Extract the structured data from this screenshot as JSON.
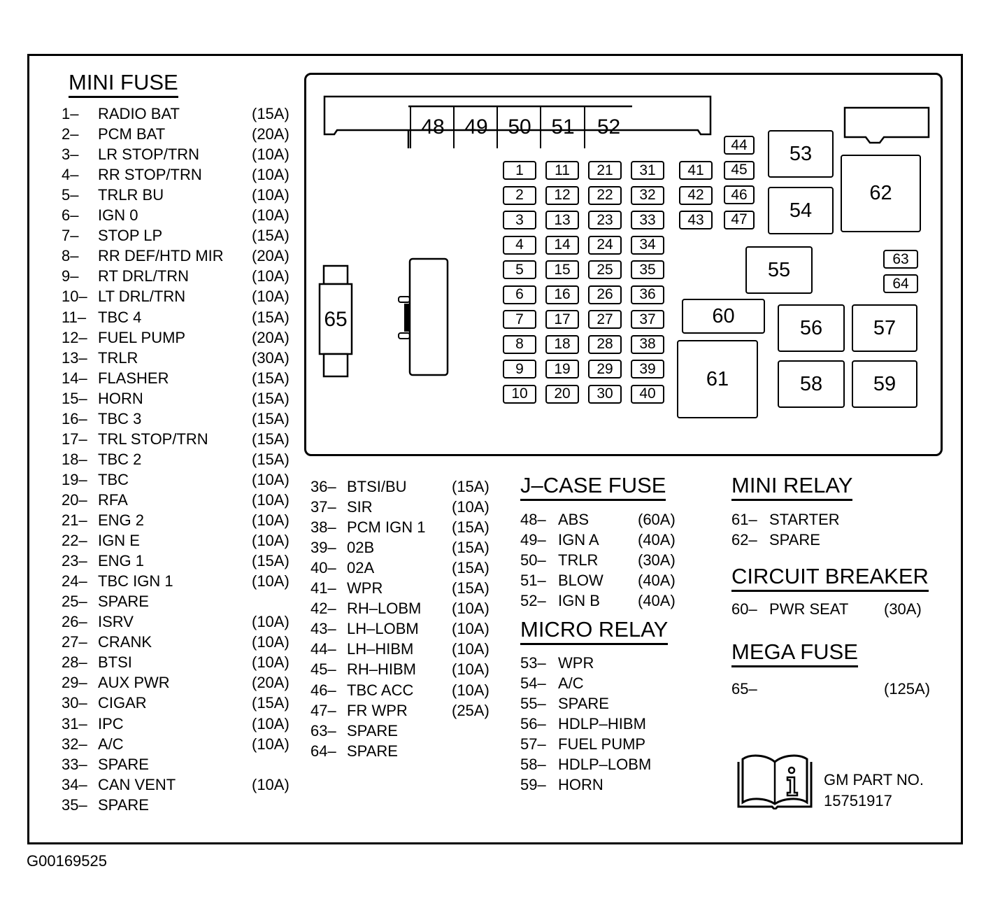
{
  "diagram_id": "G00169525",
  "mini_fuse": {
    "title": "MINI FUSE",
    "items": [
      {
        "num": "1–",
        "name": "RADIO BAT",
        "amp": "(15A)"
      },
      {
        "num": "2–",
        "name": "PCM BAT",
        "amp": "(20A)"
      },
      {
        "num": "3–",
        "name": "LR STOP/TRN",
        "amp": "(10A)"
      },
      {
        "num": "4–",
        "name": "RR STOP/TRN",
        "amp": "(10A)"
      },
      {
        "num": "5–",
        "name": "TRLR BU",
        "amp": "(10A)"
      },
      {
        "num": "6–",
        "name": "IGN 0",
        "amp": "(10A)"
      },
      {
        "num": "7–",
        "name": "STOP LP",
        "amp": "(15A)"
      },
      {
        "num": "8–",
        "name": "RR DEF/HTD MIR",
        "amp": "(20A)"
      },
      {
        "num": "9–",
        "name": "RT DRL/TRN",
        "amp": "(10A)"
      },
      {
        "num": "10–",
        "name": "LT DRL/TRN",
        "amp": "(10A)"
      },
      {
        "num": "11–",
        "name": "TBC 4",
        "amp": "(15A)"
      },
      {
        "num": "12–",
        "name": "FUEL PUMP",
        "amp": "(20A)"
      },
      {
        "num": "13–",
        "name": "TRLR",
        "amp": "(30A)"
      },
      {
        "num": "14–",
        "name": "FLASHER",
        "amp": "(15A)"
      },
      {
        "num": "15–",
        "name": "HORN",
        "amp": "(15A)"
      },
      {
        "num": "16–",
        "name": "TBC 3",
        "amp": "(15A)"
      },
      {
        "num": "17–",
        "name": "TRL STOP/TRN",
        "amp": "(15A)"
      },
      {
        "num": "18–",
        "name": "TBC 2",
        "amp": "(15A)"
      },
      {
        "num": "19–",
        "name": "TBC",
        "amp": "(10A)"
      },
      {
        "num": "20–",
        "name": "RFA",
        "amp": "(10A)"
      },
      {
        "num": "21–",
        "name": "ENG 2",
        "amp": "(10A)"
      },
      {
        "num": "22–",
        "name": "IGN E",
        "amp": "(10A)"
      },
      {
        "num": "23–",
        "name": "ENG 1",
        "amp": "(15A)"
      },
      {
        "num": "24–",
        "name": "TBC IGN 1",
        "amp": "(10A)"
      },
      {
        "num": "25–",
        "name": "SPARE",
        "amp": ""
      },
      {
        "num": "26–",
        "name": "ISRV",
        "amp": "(10A)"
      },
      {
        "num": "27–",
        "name": "CRANK",
        "amp": "(10A)"
      },
      {
        "num": "28–",
        "name": "BTSI",
        "amp": "(10A)"
      },
      {
        "num": "29–",
        "name": "AUX PWR",
        "amp": "(20A)"
      },
      {
        "num": "30–",
        "name": "CIGAR",
        "amp": "(15A)"
      },
      {
        "num": "31–",
        "name": "IPC",
        "amp": "(10A)"
      },
      {
        "num": "32–",
        "name": "A/C",
        "amp": "(10A)"
      },
      {
        "num": "33–",
        "name": "SPARE",
        "amp": ""
      },
      {
        "num": "34–",
        "name": "CAN VENT",
        "amp": "(10A)"
      },
      {
        "num": "35–",
        "name": "SPARE",
        "amp": ""
      }
    ]
  },
  "mini_fuse_cont": {
    "items": [
      {
        "num": "36–",
        "name": "BTSI/BU",
        "amp": "(15A)"
      },
      {
        "num": "37–",
        "name": "SIR",
        "amp": "(10A)"
      },
      {
        "num": "38–",
        "name": "PCM IGN 1",
        "amp": "(15A)"
      },
      {
        "num": "39–",
        "name": "02B",
        "amp": "(15A)"
      },
      {
        "num": "40–",
        "name": "02A",
        "amp": "(15A)"
      },
      {
        "num": "41–",
        "name": "WPR",
        "amp": "(15A)"
      },
      {
        "num": "42–",
        "name": "RH–LOBM",
        "amp": "(10A)"
      },
      {
        "num": "43–",
        "name": "LH–LOBM",
        "amp": "(10A)"
      },
      {
        "num": "44–",
        "name": "LH–HIBM",
        "amp": "(10A)"
      },
      {
        "num": "45–",
        "name": "RH–HIBM",
        "amp": "(10A)"
      },
      {
        "num": "46–",
        "name": "TBC ACC",
        "amp": "(10A)"
      },
      {
        "num": "47–",
        "name": "FR WPR",
        "amp": "(25A)"
      },
      {
        "num": "63–",
        "name": "SPARE",
        "amp": ""
      },
      {
        "num": "64–",
        "name": "SPARE",
        "amp": ""
      }
    ]
  },
  "j_case_fuse": {
    "title": "J–CASE FUSE",
    "items": [
      {
        "num": "48–",
        "name": "ABS",
        "amp": "(60A)"
      },
      {
        "num": "49–",
        "name": "IGN A",
        "amp": "(40A)"
      },
      {
        "num": "50–",
        "name": "TRLR",
        "amp": "(30A)"
      },
      {
        "num": "51–",
        "name": "BLOW",
        "amp": "(40A)"
      },
      {
        "num": "52–",
        "name": "IGN B",
        "amp": "(40A)"
      }
    ]
  },
  "micro_relay": {
    "title": "MICRO RELAY",
    "items": [
      {
        "num": "53–",
        "name": "WPR"
      },
      {
        "num": "54–",
        "name": "A/C"
      },
      {
        "num": "55–",
        "name": "SPARE"
      },
      {
        "num": "56–",
        "name": "HDLP–HIBM"
      },
      {
        "num": "57–",
        "name": "FUEL PUMP"
      },
      {
        "num": "58–",
        "name": "HDLP–LOBM"
      },
      {
        "num": "59–",
        "name": "HORN"
      }
    ]
  },
  "mini_relay": {
    "title": "MINI RELAY",
    "items": [
      {
        "num": "61–",
        "name": "STARTER"
      },
      {
        "num": "62–",
        "name": "SPARE"
      }
    ]
  },
  "circuit_breaker": {
    "title": "CIRCUIT BREAKER",
    "items": [
      {
        "num": "60–",
        "name": "PWR SEAT",
        "amp": "(30A)"
      }
    ]
  },
  "mega_fuse": {
    "title": "MEGA FUSE",
    "items": [
      {
        "num": "65–",
        "name": "",
        "amp": "(125A)"
      }
    ]
  },
  "part_info": {
    "line1": "GM PART NO.",
    "line2": "15751917",
    "icon": "manual-info-icon"
  },
  "panel": {
    "mini_fuses": [
      "1",
      "2",
      "3",
      "4",
      "5",
      "6",
      "7",
      "8",
      "9",
      "10",
      "11",
      "12",
      "13",
      "14",
      "15",
      "16",
      "17",
      "18",
      "19",
      "20",
      "21",
      "22",
      "23",
      "24",
      "25",
      "26",
      "27",
      "28",
      "29",
      "30",
      "31",
      "32",
      "33",
      "34",
      "35",
      "36",
      "37",
      "38",
      "39",
      "40"
    ],
    "fuses_41_43": [
      "41",
      "42",
      "43"
    ],
    "fuses_44_47": [
      "44",
      "45",
      "46",
      "47"
    ],
    "fuses_63_64": [
      "63",
      "64"
    ],
    "j_case": [
      "48",
      "49",
      "50",
      "51",
      "52"
    ],
    "relays": {
      "r53": "53",
      "r54": "54",
      "r55": "55",
      "r56": "56",
      "r57": "57",
      "r58": "58",
      "r59": "59",
      "r60": "60",
      "r61": "61",
      "r62": "62",
      "r65": "65"
    }
  }
}
